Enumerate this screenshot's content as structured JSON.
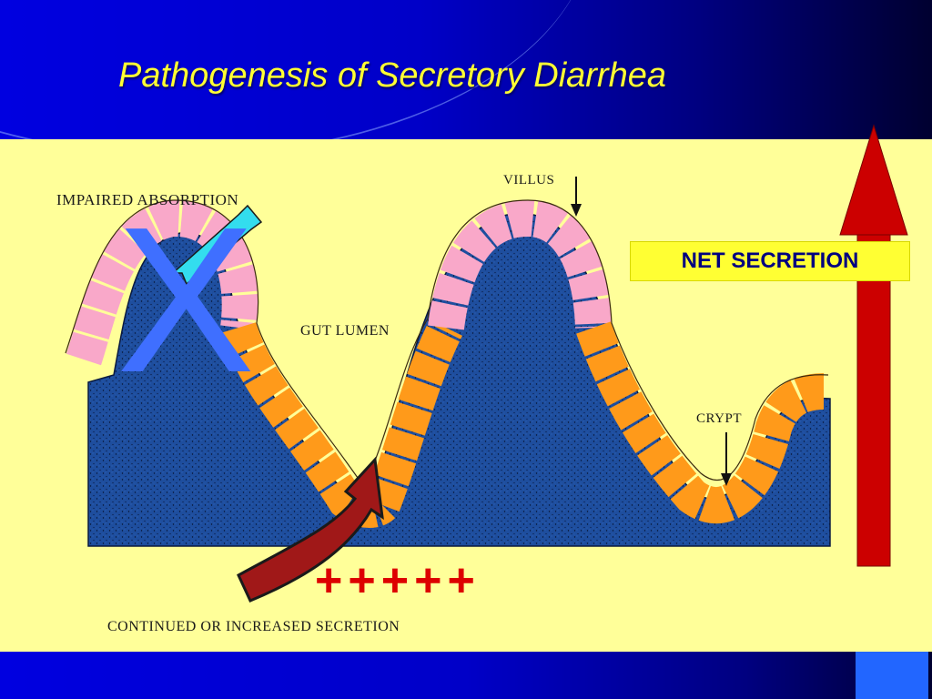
{
  "slide": {
    "title": "Pathogenesis of Secretory Diarrhea"
  },
  "diagram": {
    "labels": {
      "impaired_absorption": "IMPAIRED ABSORPTION",
      "villus": "VILLUS",
      "gut_lumen": "GUT LUMEN",
      "crypt": "CRYPT",
      "continued_secretion": "CONTINUED OR INCREASED SECRETION"
    },
    "net_secretion": "NET SECRETION",
    "block_mark": "X",
    "secretion_marks": "+++++"
  },
  "colors": {
    "background_blue": "#0000cc",
    "panel_yellow": "#ffff99",
    "title_yellow": "#ffff33",
    "tissue_blue": "#1e4e9e",
    "villus_pink": "#f9a8c9",
    "crypt_orange": "#ff9a1a",
    "arrow_red": "#cc0000",
    "curved_arrow": "#a01818",
    "absorption_arrow": "#33ddee",
    "x_mark": "#3f6fff",
    "plus_red": "#dd0000"
  }
}
